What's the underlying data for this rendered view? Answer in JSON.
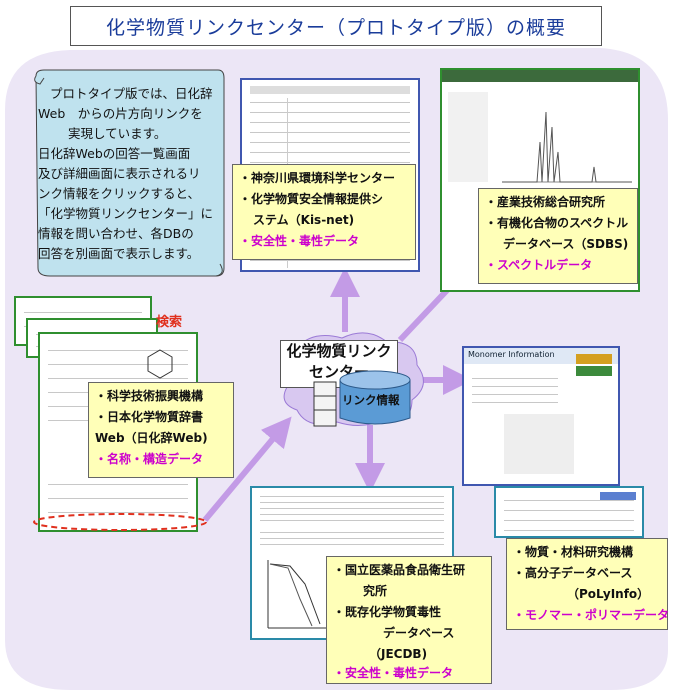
{
  "title": "化学物質リンクセンター（プロトタイプ版）の概要",
  "intro_lines": [
    "プロトタイプ版では、日化辞",
    "Web　からの片方向リンクを",
    "実現しています。",
    "日化辞Webの回答一覧画面",
    "及び詳細画面に表示されるリ",
    "ンク情報をクリックすると、",
    "「化学物質リンクセンター」に",
    "情報を問い合わせ、各DBの",
    "回答を別画面で表示します。"
  ],
  "search_label": "検索",
  "center": {
    "label_line1": "化学物質リンク",
    "label_line2": "センター",
    "db_label": "リンク情報"
  },
  "boxes": {
    "kanagawa": {
      "line1": "・神奈川県環境科学センター",
      "line2": "・化学物質安全情報提供シ",
      "line3": "ステム（Kis-net)",
      "category": "・安全性・毒性データ"
    },
    "aist": {
      "line1": "・産業技術総合研究所",
      "line2": "・有機化合物のスペクトル",
      "line3": "データベース（SDBS)",
      "category": "・スペクトルデータ"
    },
    "jst": {
      "line1": "・科学技術振興機構",
      "line2": "・日本化学物質辞書",
      "line3": "Web（日化辞Web)",
      "category": "・名称・構造データ"
    },
    "nihs": {
      "line1": "・国立医薬品食品衛生研",
      "line2": "究所",
      "line3": "・既存化学物質毒性",
      "line4": "データベース",
      "line5": "（JECDB)",
      "category": "・安全性・毒性データ"
    },
    "nims": {
      "line1": "・物質・材料研究機構",
      "line2": "・高分子データベース",
      "line3": "（PoLyInfo）",
      "category": "・モノマー・ポリマーデータ"
    }
  },
  "monomer_title": "Monomer Information",
  "colors": {
    "title_text": "#1a3c9a",
    "blob": "#ece6f6",
    "scroll": "#bfe2ee",
    "arrow": "#c39be6",
    "info_box": "#ffffb8",
    "category_text": "#cc00cc"
  }
}
